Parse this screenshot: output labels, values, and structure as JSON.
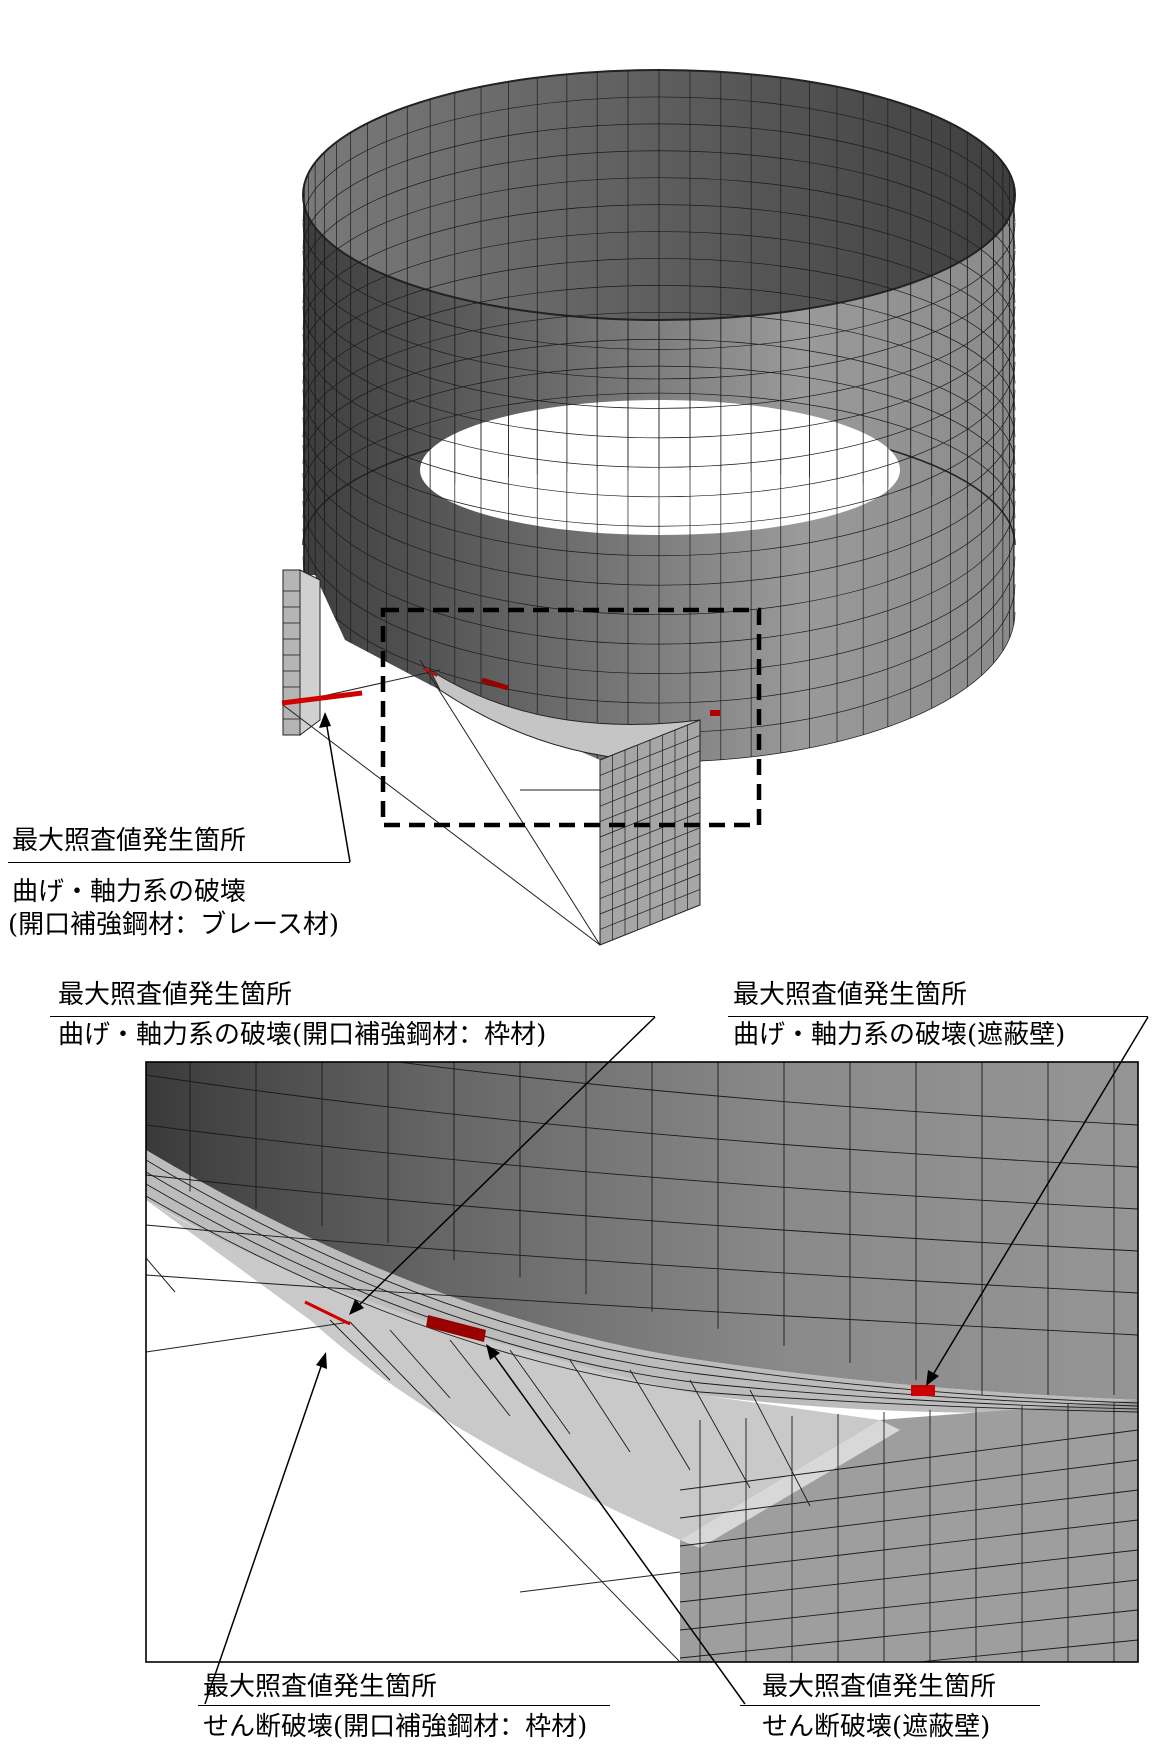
{
  "figure_top": {
    "callout": {
      "title": "最大照査値発生箇所",
      "line1": "曲げ・軸力系の破壊",
      "line2": "(開口補強鋼材：ブレース材)"
    }
  },
  "figure_detail": {
    "callout_top_left": {
      "title": "最大照査値発生箇所",
      "desc": "曲げ・軸力系の破壊(開口補強鋼材：枠材)"
    },
    "callout_top_right": {
      "title": "最大照査値発生箇所",
      "desc": "曲げ・軸力系の破壊(遮蔽壁)"
    },
    "callout_bottom_left": {
      "title": "最大照査値発生箇所",
      "desc": "せん断破壊(開口補強鋼材：枠材)"
    },
    "callout_bottom_right": {
      "title": "最大照査値発生箇所",
      "desc": "せん断破壊(遮蔽壁)"
    }
  },
  "colors": {
    "highlight_red": "#b30000",
    "mesh_dark": "#4a4a4a",
    "mesh_light": "#c8c8c8"
  }
}
